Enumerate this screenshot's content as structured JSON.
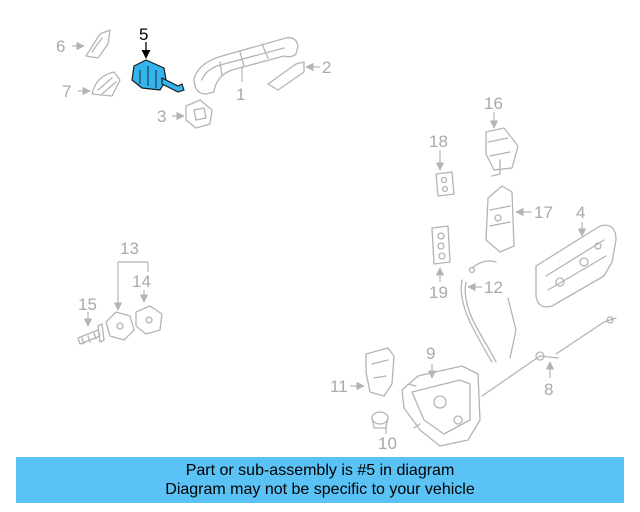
{
  "diagram": {
    "highlight_color": "#32b4ee",
    "callouts": [
      {
        "id": "c1",
        "text": "1"
      },
      {
        "id": "c2",
        "text": "2"
      },
      {
        "id": "c3",
        "text": "3"
      },
      {
        "id": "c4",
        "text": "4"
      },
      {
        "id": "c5",
        "text": "5",
        "highlighted": true
      },
      {
        "id": "c6",
        "text": "6"
      },
      {
        "id": "c7",
        "text": "7"
      },
      {
        "id": "c8",
        "text": "8"
      },
      {
        "id": "c9",
        "text": "9"
      },
      {
        "id": "c10",
        "text": "10"
      },
      {
        "id": "c11",
        "text": "11"
      },
      {
        "id": "c12",
        "text": "12"
      },
      {
        "id": "c13",
        "text": "13"
      },
      {
        "id": "c14",
        "text": "14"
      },
      {
        "id": "c15",
        "text": "15"
      },
      {
        "id": "c16",
        "text": "16"
      },
      {
        "id": "c17",
        "text": "17"
      },
      {
        "id": "c18",
        "text": "18"
      },
      {
        "id": "c19",
        "text": "19"
      }
    ]
  },
  "banner": {
    "line1": "Part or sub-assembly is #5 in diagram",
    "line2": "Diagram may not be specific to your vehicle",
    "color": "#5bc2f5"
  }
}
